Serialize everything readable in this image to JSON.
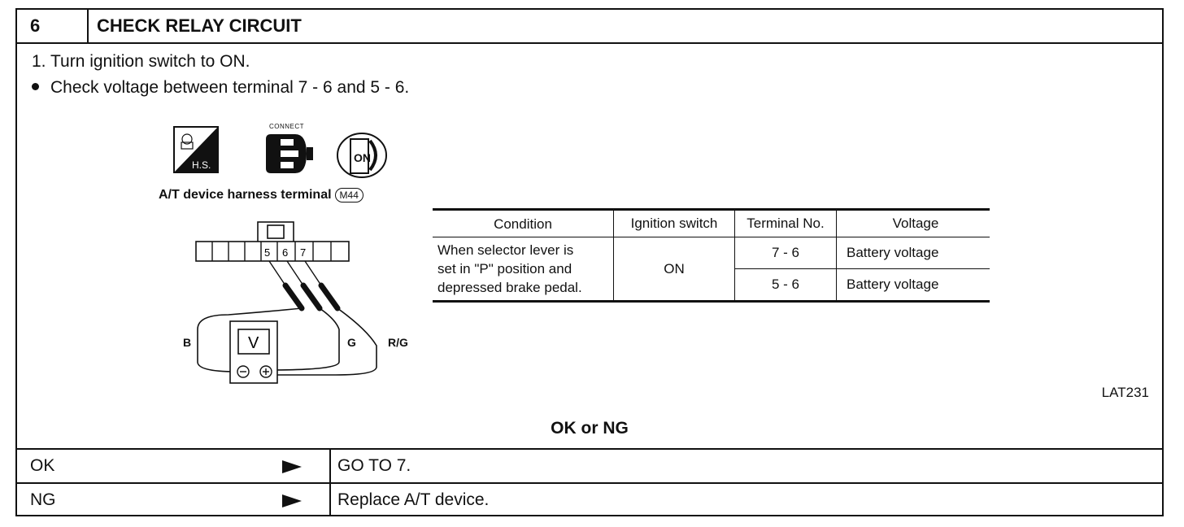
{
  "header": {
    "step_number": "6",
    "title": "CHECK RELAY CIRCUIT"
  },
  "instructions": {
    "step1": "1. Turn ignition switch to ON.",
    "step2": "Check voltage between terminal 7 - 6 and 5 - 6."
  },
  "icons": {
    "hs": {
      "label": "H.S.",
      "icon": "harness-side-icon"
    },
    "connect": {
      "label": "CONNECT",
      "icon": "connector-icon"
    },
    "ignition": {
      "label": "ON",
      "icon": "ignition-key-icon"
    }
  },
  "diagram": {
    "harness_label": "A/T device harness terminal",
    "connector_id": "M44",
    "terminals": [
      "5",
      "6",
      "7"
    ],
    "meter_label": "V",
    "wire_labels": {
      "left": "B",
      "middle": "G",
      "right": "R/G"
    }
  },
  "table": {
    "headers": [
      "Condition",
      "Ignition switch",
      "Terminal No.",
      "Voltage"
    ],
    "condition": "When selector lever is set in \"P\" position and depressed brake pedal.",
    "condition_lines": [
      "When selector lever is",
      "set in \"P\" position and",
      "depressed brake pedal."
    ],
    "ignition": "ON",
    "rows": [
      {
        "terminal": "7  -  6",
        "voltage": "Battery voltage"
      },
      {
        "terminal": "5  -  6",
        "voltage": "Battery voltage"
      }
    ]
  },
  "figure_code": "LAT231",
  "result": {
    "heading": "OK or NG",
    "ok": {
      "label": "OK",
      "action": "GO TO 7."
    },
    "ng": {
      "label": "NG",
      "action": "Replace A/T device."
    }
  }
}
